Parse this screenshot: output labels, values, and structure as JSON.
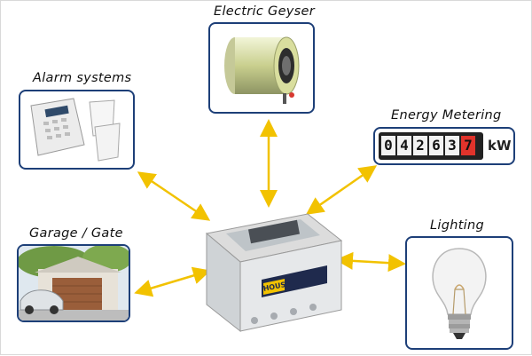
{
  "hub": {
    "brand": "HOUSE"
  },
  "devices": {
    "geyser": {
      "label": "Electric Geyser"
    },
    "alarm": {
      "label": "Alarm systems"
    },
    "metering": {
      "label": "Energy Metering",
      "reading": [
        "0",
        "4",
        "2",
        "6",
        "3",
        "7"
      ],
      "unit": "kW"
    },
    "garage": {
      "label": "Garage / Gate"
    },
    "lighting": {
      "label": "Lighting"
    }
  },
  "colors": {
    "box_border": "#1d3f78",
    "arrow": "#f2c200",
    "meter_highlight": "#e0332b"
  }
}
